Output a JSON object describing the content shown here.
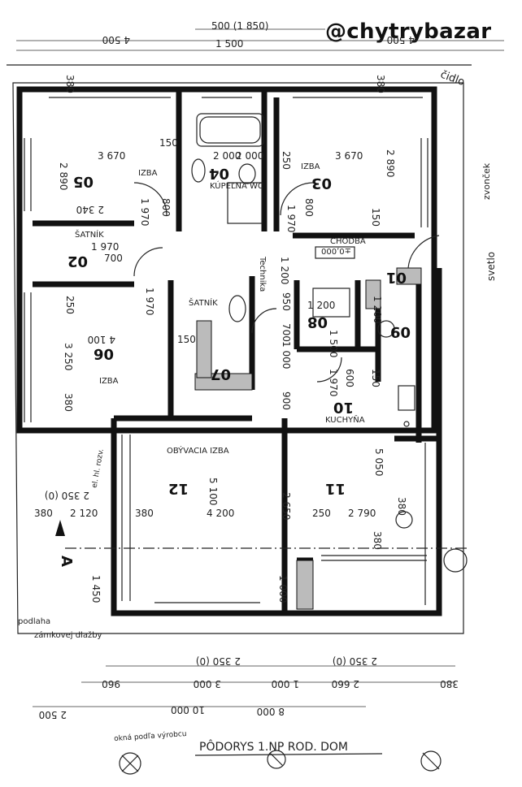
{
  "watermark": "@chytrybazar",
  "title": "PÔDORYS 1.NP ROD. DOM",
  "room_labels": {
    "r05": "05",
    "r04": "04",
    "r03": "03",
    "r02": "02",
    "r01": "01",
    "r06": "06",
    "r07": "07",
    "r08": "08",
    "r09": "09",
    "r10": "10",
    "r11": "11",
    "r12": "12"
  },
  "room_names": {
    "izba1": "IZBA",
    "izba2": "IZBA",
    "izba3": "IZBA",
    "chodba": "CHODBA",
    "satnik1": "ŠATNÍK",
    "satnik2": "ŠATNÍK",
    "kupelna": "KÚPEĽNA WC",
    "kuchyna": "KUCHYŇA",
    "obyvacia": "OBÝVACIA IZBA",
    "technika": "Technika"
  },
  "level_mark": "±0,000",
  "dims_top": [
    "4 500",
    "1 500",
    "500 (1 850)",
    "4 500"
  ],
  "dims_bottom": [
    "2 350 (0)",
    "2 350 (0)",
    "960",
    "3 000",
    "1 000",
    "2 660",
    "380",
    "2 500",
    "10 000",
    "8 000"
  ],
  "dims_inner": [
    "380",
    "380",
    "2 890",
    "3 670",
    "3 670",
    "2 890",
    "150",
    "150",
    "2 340",
    "1 970",
    "1 970",
    "800",
    "800",
    "1 200",
    "700",
    "250",
    "250",
    "1 970",
    "2 000",
    "2 000",
    "1 970",
    "950",
    "1 200",
    "1 200",
    "3 250",
    "4 100",
    "1 500",
    "150",
    "380",
    "1 000",
    "900",
    "1 970",
    "600",
    "150",
    "5 050",
    "5 100",
    "2 650",
    "2 120",
    "380",
    "380",
    "4 200",
    "2 790",
    "250",
    "380",
    "380",
    "1 000",
    "2 350 (0)",
    "1 450",
    "700"
  ],
  "annotations": {
    "sidle": "čidlo",
    "zvonec": "zvonček",
    "svetlo": "svetlo",
    "podla": "podlaha",
    "zamkovej": "zámkovej dlažby",
    "elektr": "el. hl. rozv.",
    "section": "A",
    "misc": "okná podľa výrobcu"
  }
}
